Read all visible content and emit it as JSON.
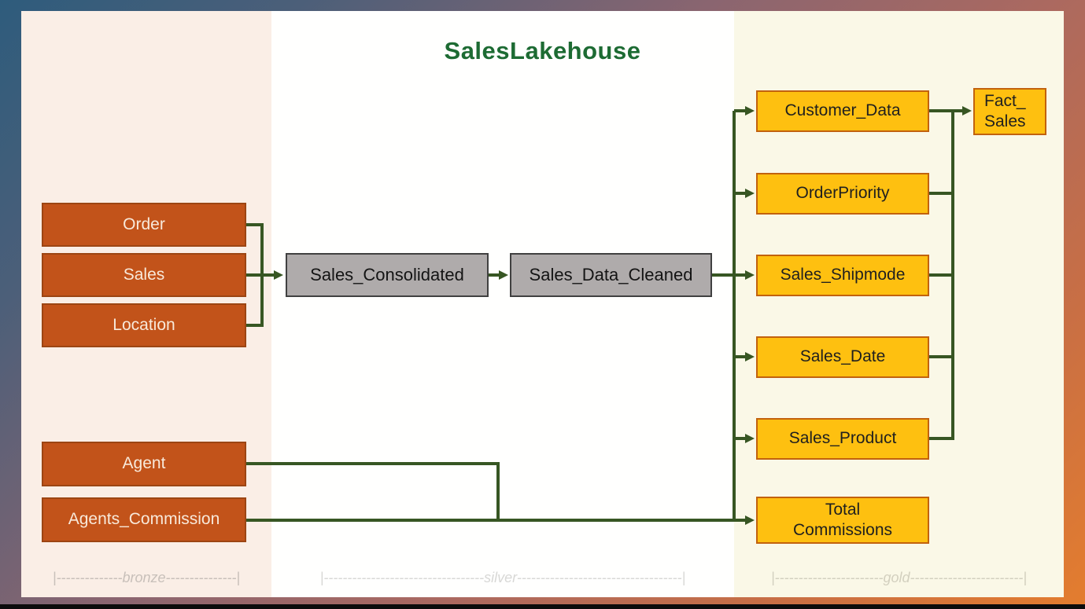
{
  "title": "SalesLakehouse",
  "zones": {
    "bronze": {
      "name": "bronze",
      "marker": "|--------------bronze---------------|"
    },
    "silver": {
      "name": "silver",
      "marker": "|----------------------------------silver-----------------------------------|"
    },
    "gold": {
      "name": "gold",
      "marker": "|-----------------------gold------------------------|"
    }
  },
  "nodes": {
    "order": {
      "label": "Order",
      "layer": "bronze"
    },
    "sales": {
      "label": "Sales",
      "layer": "bronze"
    },
    "location": {
      "label": "Location",
      "layer": "bronze"
    },
    "agent": {
      "label": "Agent",
      "layer": "bronze"
    },
    "agents_commission": {
      "label": "Agents_Commission",
      "layer": "bronze"
    },
    "sales_consolidated": {
      "label": "Sales_Consolidated",
      "layer": "silver"
    },
    "sales_data_cleaned": {
      "label": "Sales_Data_Cleaned",
      "layer": "silver"
    },
    "customer_data": {
      "label": "Customer_Data",
      "layer": "gold"
    },
    "order_priority": {
      "label": "OrderPriority",
      "layer": "gold"
    },
    "sales_shipmode": {
      "label": "Sales_Shipmode",
      "layer": "gold"
    },
    "sales_date": {
      "label": "Sales_Date",
      "layer": "gold"
    },
    "sales_product": {
      "label": "Sales_Product",
      "layer": "gold"
    },
    "total_commissions": {
      "label": "Total\nCommissions",
      "layer": "gold"
    },
    "fact_sales": {
      "label": "Fact_\nSales",
      "layer": "gold"
    }
  },
  "edges": [
    {
      "from": "Order",
      "to": "Sales_Consolidated"
    },
    {
      "from": "Sales",
      "to": "Sales_Consolidated"
    },
    {
      "from": "Location",
      "to": "Sales_Consolidated"
    },
    {
      "from": "Sales_Consolidated",
      "to": "Sales_Data_Cleaned"
    },
    {
      "from": "Sales_Data_Cleaned",
      "to": "Customer_Data"
    },
    {
      "from": "Sales_Data_Cleaned",
      "to": "OrderPriority"
    },
    {
      "from": "Sales_Data_Cleaned",
      "to": "Sales_Shipmode"
    },
    {
      "from": "Sales_Data_Cleaned",
      "to": "Sales_Date"
    },
    {
      "from": "Sales_Data_Cleaned",
      "to": "Sales_Product"
    },
    {
      "from": "Agent",
      "to": "Total Commissions"
    },
    {
      "from": "Agents_Commission",
      "to": "Total Commissions"
    },
    {
      "from": "Customer_Data",
      "to": "Fact_Sales"
    },
    {
      "from": "OrderPriority",
      "to": "Fact_Sales"
    },
    {
      "from": "Sales_Shipmode",
      "to": "Fact_Sales"
    },
    {
      "from": "Sales_Date",
      "to": "Fact_Sales"
    },
    {
      "from": "Sales_Product",
      "to": "Fact_Sales"
    }
  ],
  "colors": {
    "title_green": "#1d6b33",
    "connector_green": "#375623",
    "bronze_box_fill": "#c2531a",
    "bronze_box_border": "#9c4513",
    "silver_box_fill": "#afabab",
    "silver_box_border": "#404040",
    "gold_box_fill": "#fec010",
    "gold_box_border": "#c2620d",
    "bronze_zone_bg": "#faeee6",
    "silver_zone_bg": "#fffffe",
    "gold_zone_bg": "#faf8e7",
    "frame_gradient_start": "#2e5c7c",
    "frame_gradient_end": "#e47d2e"
  }
}
